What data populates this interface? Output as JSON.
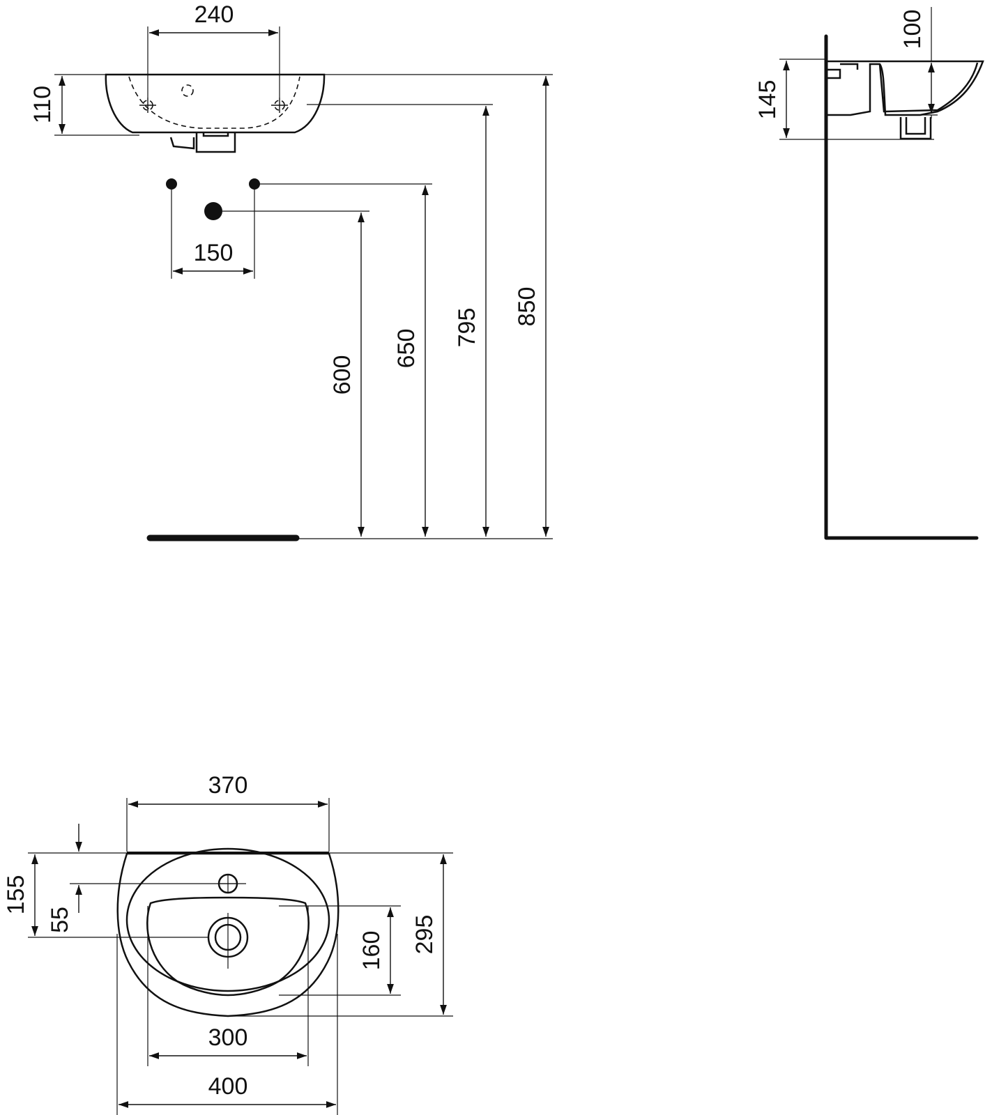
{
  "front_view": {
    "tap_spacing": "240",
    "basin_depth": "110",
    "supply_spacing": "150",
    "waste_height": "600",
    "supply_height": "650",
    "underside_height": "795",
    "rim_height": "850"
  },
  "side_view": {
    "bowl_depth": "100",
    "body_height": "145"
  },
  "top_view": {
    "rim_width": "370",
    "tap_offset": "155",
    "waste_offset": "55",
    "bowl_length": "160",
    "projection": "295",
    "bowl_width": "300",
    "overall_width": "400"
  },
  "colors": {
    "line": "#111111",
    "background": "#ffffff"
  }
}
